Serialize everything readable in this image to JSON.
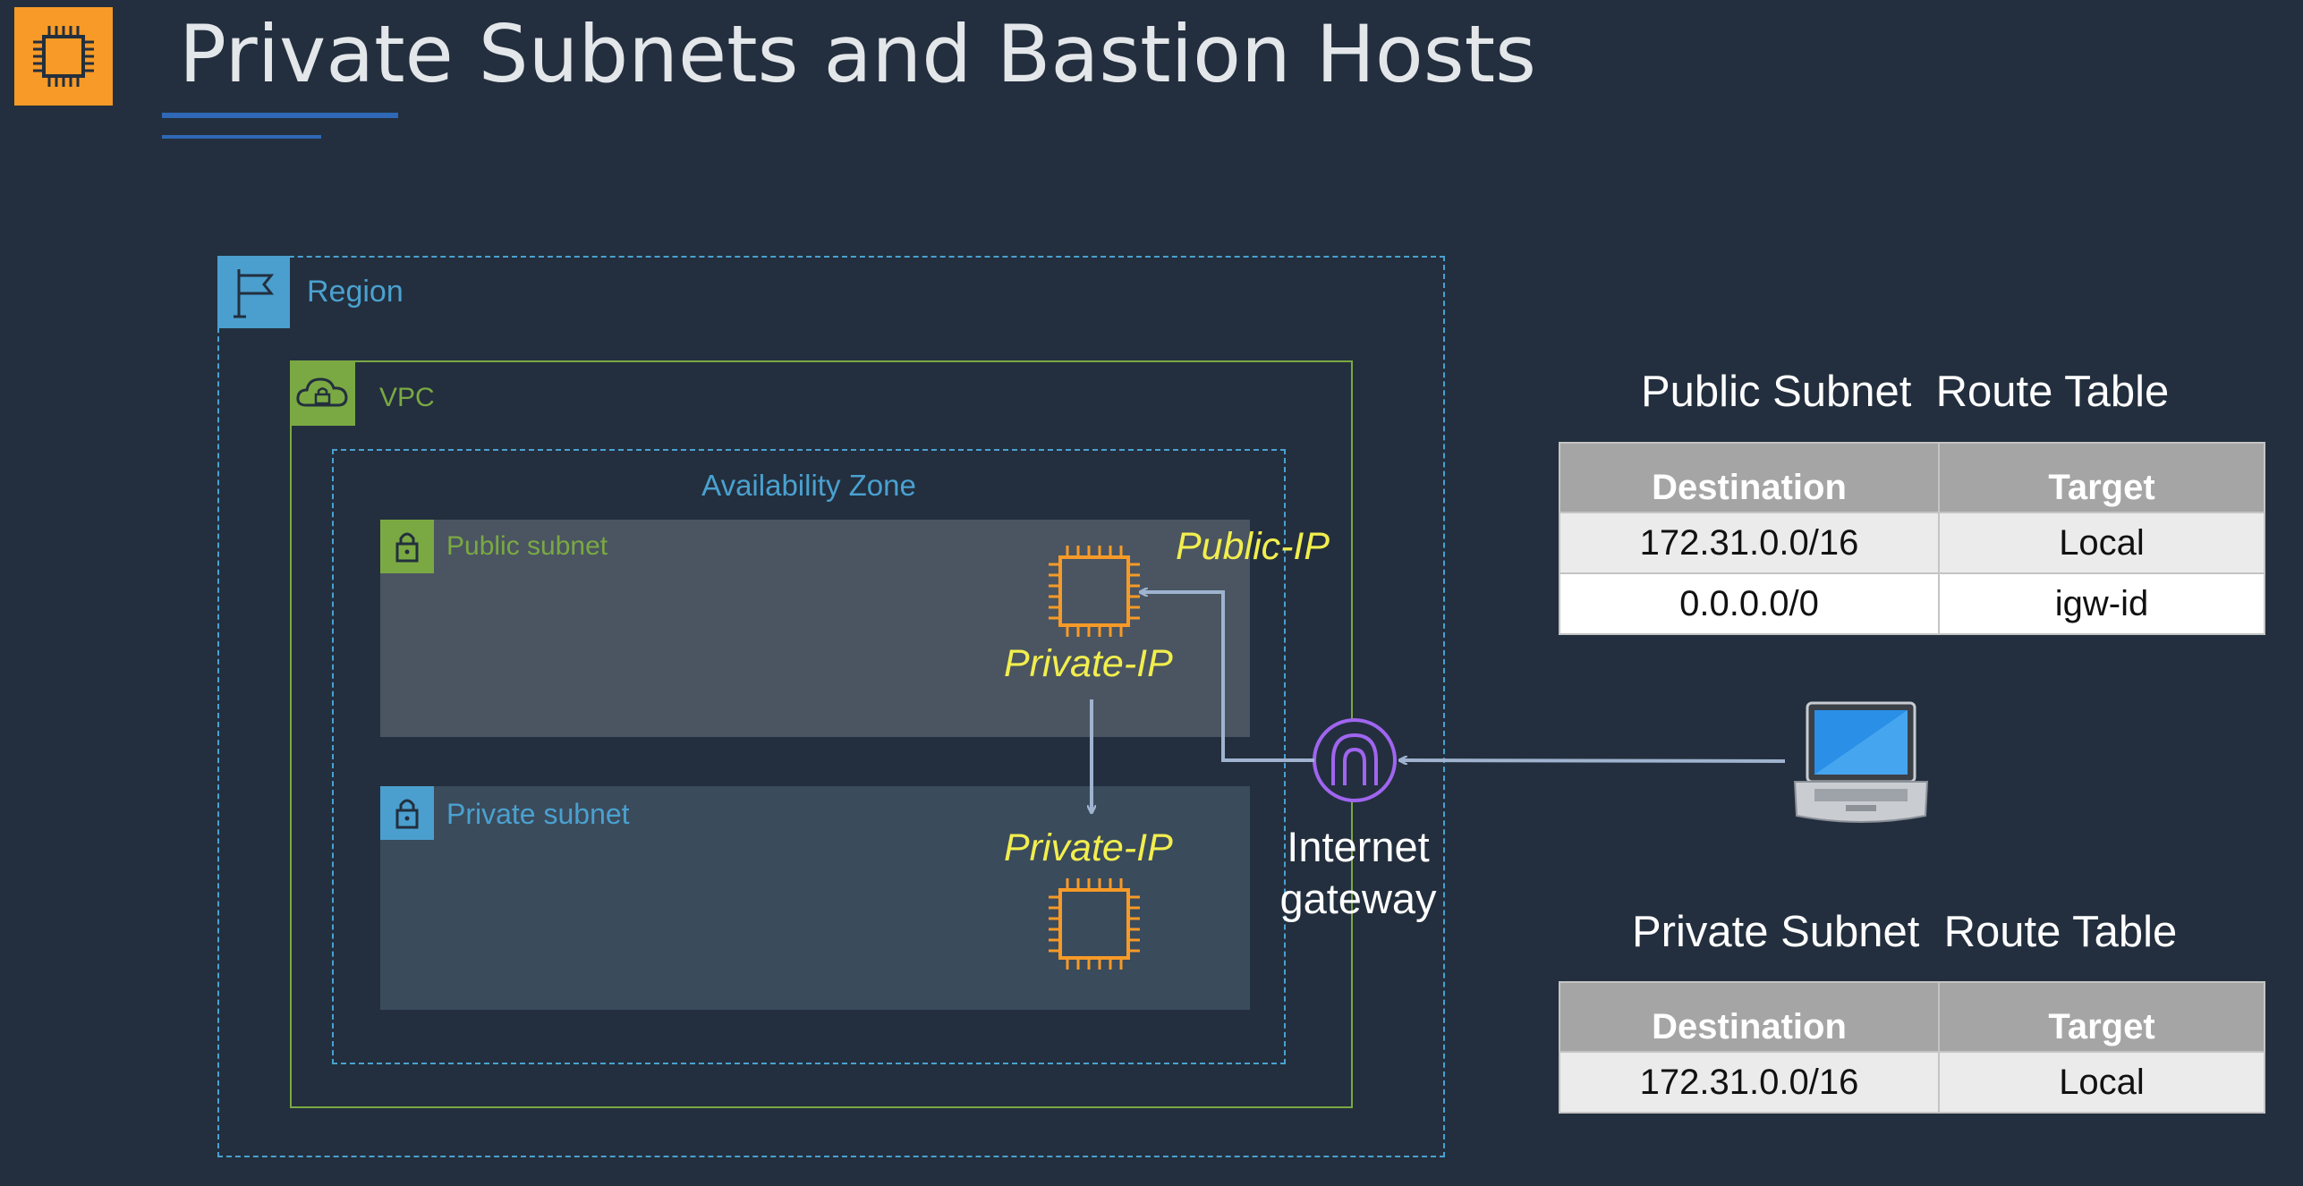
{
  "slide": {
    "title": "Private Subnets and Bastion Hosts"
  },
  "icons": {
    "logo": "compute-chip-icon",
    "region": "flag-icon",
    "vpc": "cloud-lock-icon",
    "subnet": "padlock-icon",
    "instance": "ec2-chip-icon",
    "gateway": "internet-gateway-icon",
    "client": "laptop-icon"
  },
  "colors": {
    "background": "#232f3e",
    "region": "#4aa1d0",
    "vpc": "#7aa943",
    "ip_label": "#f2ee4d",
    "instance": "#f79a27",
    "gateway": "#a065f0",
    "arrow": "#9fb3cf"
  },
  "diagram": {
    "region_label": "Region",
    "vpc_label": "VPC",
    "az_label": "Availability Zone",
    "public_subnet_label": "Public subnet",
    "private_subnet_label": "Private subnet",
    "public_ip_label": "Public-IP",
    "bastion_private_ip_label": "Private-IP",
    "private_instance_ip_label": "Private-IP",
    "igw_label_line1": "Internet",
    "igw_label_line2": "gateway"
  },
  "public_route_table": {
    "title": "Public Subnet  Route Table",
    "headers": [
      "Destination",
      "Target"
    ],
    "rows": [
      [
        "172.31.0.0/16",
        "Local"
      ],
      [
        "0.0.0.0/0",
        "igw-id"
      ]
    ]
  },
  "private_route_table": {
    "title": "Private Subnet  Route Table",
    "headers": [
      "Destination",
      "Target"
    ],
    "rows": [
      [
        "172.31.0.0/16",
        "Local"
      ]
    ]
  }
}
